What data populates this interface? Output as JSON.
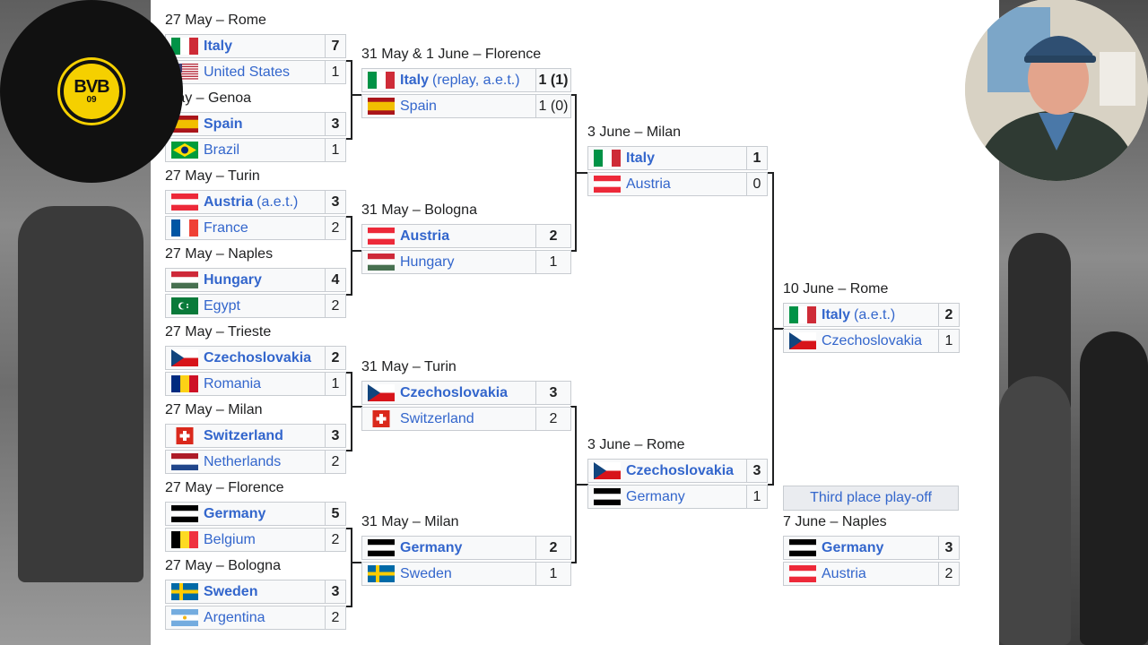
{
  "logo": {
    "text": "BVB",
    "number": "09",
    "color": "#f5d000"
  },
  "third_place": {
    "label": "Third place play-off"
  },
  "round1": [
    {
      "date": "27 May – Rome",
      "teams": [
        {
          "name": "Italy",
          "score": "7",
          "win": true,
          "flag": "it"
        },
        {
          "name": "United States",
          "score": "1",
          "win": false,
          "flag": "us"
        }
      ]
    },
    {
      "date": "May – Genoa",
      "teams": [
        {
          "name": "Spain",
          "score": "3",
          "win": true,
          "flag": "es"
        },
        {
          "name": "Brazil",
          "score": "1",
          "win": false,
          "flag": "br"
        }
      ]
    },
    {
      "date": "27 May – Turin",
      "teams": [
        {
          "name": "Austria",
          "extra": "(a.e.t.)",
          "score": "3",
          "win": true,
          "flag": "at"
        },
        {
          "name": "France",
          "score": "2",
          "win": false,
          "flag": "fr"
        }
      ]
    },
    {
      "date": "27 May – Naples",
      "teams": [
        {
          "name": "Hungary",
          "score": "4",
          "win": true,
          "flag": "hu"
        },
        {
          "name": "Egypt",
          "score": "2",
          "win": false,
          "flag": "eg"
        }
      ]
    },
    {
      "date": "27 May – Trieste",
      "teams": [
        {
          "name": "Czechoslovakia",
          "score": "2",
          "win": true,
          "flag": "cz"
        },
        {
          "name": "Romania",
          "score": "1",
          "win": false,
          "flag": "ro"
        }
      ]
    },
    {
      "date": "27 May – Milan",
      "teams": [
        {
          "name": "Switzerland",
          "score": "3",
          "win": true,
          "flag": "ch"
        },
        {
          "name": "Netherlands",
          "score": "2",
          "win": false,
          "flag": "nl"
        }
      ]
    },
    {
      "date": "27 May – Florence",
      "teams": [
        {
          "name": "Germany",
          "score": "5",
          "win": true,
          "flag": "de"
        },
        {
          "name": "Belgium",
          "score": "2",
          "win": false,
          "flag": "be"
        }
      ]
    },
    {
      "date": "27 May – Bologna",
      "teams": [
        {
          "name": "Sweden",
          "score": "3",
          "win": true,
          "flag": "se"
        },
        {
          "name": "Argentina",
          "score": "2",
          "win": false,
          "flag": "ar"
        }
      ]
    }
  ],
  "quarterfinals": [
    {
      "date": "31 May & 1 June – Florence",
      "teams": [
        {
          "name": "Italy",
          "extra": "(replay, a.e.t.)",
          "score": "1 (1)",
          "win": true,
          "flag": "it"
        },
        {
          "name": "Spain",
          "score": "1 (0)",
          "win": false,
          "flag": "es"
        }
      ]
    },
    {
      "date": "31 May – Bologna",
      "teams": [
        {
          "name": "Austria",
          "score": "2",
          "win": true,
          "flag": "at"
        },
        {
          "name": "Hungary",
          "score": "1",
          "win": false,
          "flag": "hu"
        }
      ]
    },
    {
      "date": "31 May – Turin",
      "teams": [
        {
          "name": "Czechoslovakia",
          "score": "3",
          "win": true,
          "flag": "cz"
        },
        {
          "name": "Switzerland",
          "score": "2",
          "win": false,
          "flag": "ch"
        }
      ]
    },
    {
      "date": "31 May – Milan",
      "teams": [
        {
          "name": "Germany",
          "score": "2",
          "win": true,
          "flag": "de"
        },
        {
          "name": "Sweden",
          "score": "1",
          "win": false,
          "flag": "se"
        }
      ]
    }
  ],
  "semifinals": [
    {
      "date": "3 June – Milan",
      "teams": [
        {
          "name": "Italy",
          "score": "1",
          "win": true,
          "flag": "it"
        },
        {
          "name": "Austria",
          "score": "0",
          "win": false,
          "flag": "at"
        }
      ]
    },
    {
      "date": "3 June – Rome",
      "teams": [
        {
          "name": "Czechoslovakia",
          "score": "3",
          "win": true,
          "flag": "cz"
        },
        {
          "name": "Germany",
          "score": "1",
          "win": false,
          "flag": "de"
        }
      ]
    }
  ],
  "final": {
    "date": "10 June – Rome",
    "teams": [
      {
        "name": "Italy",
        "extra": "(a.e.t.)",
        "score": "2",
        "win": true,
        "flag": "it"
      },
      {
        "name": "Czechoslovakia",
        "score": "1",
        "win": false,
        "flag": "cz"
      }
    ]
  },
  "third_place_match": {
    "date": "7 June – Naples",
    "teams": [
      {
        "name": "Germany",
        "score": "3",
        "win": true,
        "flag": "de"
      },
      {
        "name": "Austria",
        "score": "2",
        "win": false,
        "flag": "at"
      }
    ]
  }
}
